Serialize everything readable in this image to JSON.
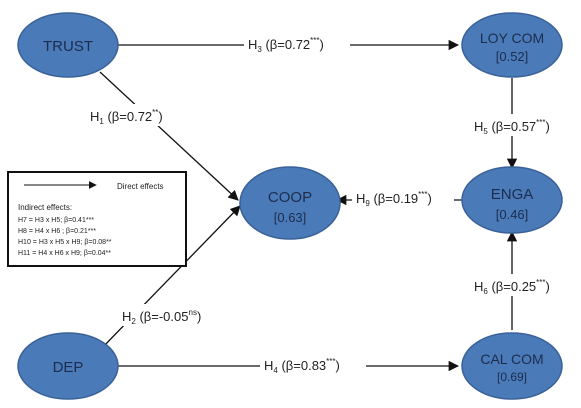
{
  "nodes": {
    "trust": {
      "label": "TRUST",
      "value": ""
    },
    "loy_com": {
      "label": "LOY COM",
      "value": "[0.52]"
    },
    "coop": {
      "label": "COOP",
      "value": "[0.63]"
    },
    "enga": {
      "label": "ENGA",
      "value": "[0.46]"
    },
    "dep": {
      "label": "DEP",
      "value": ""
    },
    "cal_com": {
      "label": "CAL COM",
      "value": "[0.69]"
    }
  },
  "edges": {
    "h3": {
      "hyp": "H",
      "sub": "3",
      "text": " (β=0.72",
      "sig": "***",
      "close": ")"
    },
    "h1": {
      "hyp": "H",
      "sub": "1",
      "text": " (β=0.72",
      "sig": "**",
      "close": ")"
    },
    "h5": {
      "hyp": "H",
      "sub": "5",
      "text": " (β=0.57",
      "sig": "***",
      "close": ")"
    },
    "h9": {
      "hyp": "H",
      "sub": "9",
      "text": " (β=0.19",
      "sig": "***",
      "close": ")"
    },
    "h2": {
      "hyp": "H",
      "sub": "2",
      "text": " (β=-0.05",
      "sig": "ns",
      "close": ")"
    },
    "h6": {
      "hyp": "H",
      "sub": "6",
      "text": " (β=0.25",
      "sig": "***",
      "close": ")"
    },
    "h4": {
      "hyp": "H",
      "sub": "4",
      "text": " (β=0.83",
      "sig": "***",
      "close": ")"
    }
  },
  "legend": {
    "direct_label": "Direct effects",
    "indirect_title": "Indirect effects:",
    "lines": [
      "H7 = H3 x H5; β=0.41***",
      "H8 = H4 x H6 ; β=0.21***",
      "H10 = H3 x H5 x H9; β=0.08**",
      "H11 = H4 x H6 x H9; β=0.04**"
    ]
  },
  "colors": {
    "node_fill": "#4a7ab8",
    "node_stroke": "#3a6298",
    "node_text": "#1d2d4d",
    "edge": "#111111"
  }
}
